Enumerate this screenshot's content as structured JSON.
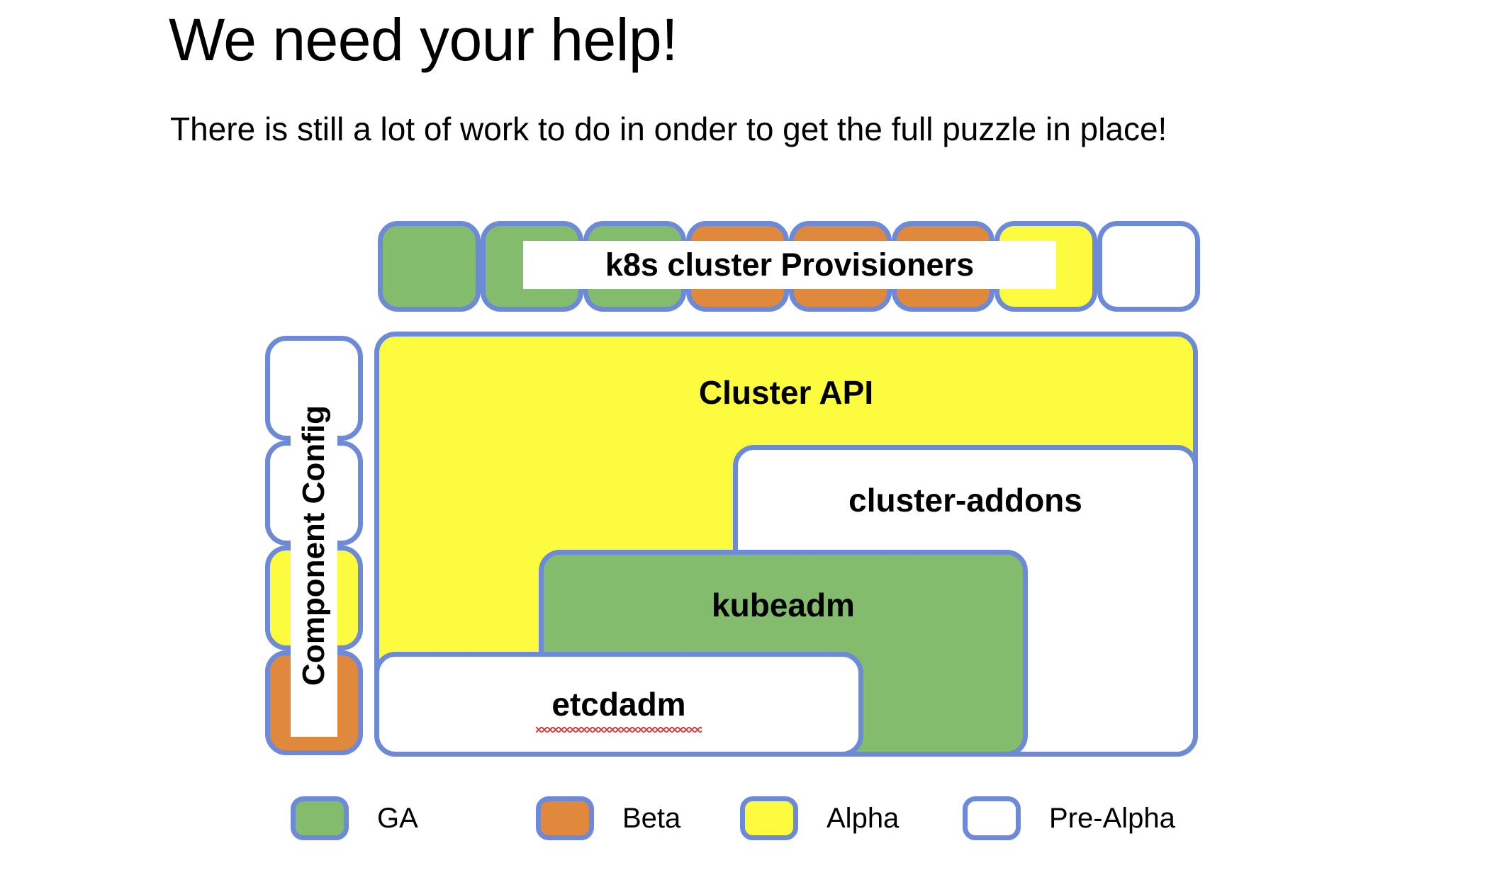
{
  "slide": {
    "title": "We need your help!",
    "subtitle": "There is still a lot of work to do in onder to get the full puzzle in place!",
    "background_color": "#ffffff"
  },
  "palette": {
    "border": "#6d8ad8",
    "ga_green": "#83bc6d",
    "beta_orange": "#e0883c",
    "alpha_yellow": "#fdfb3e",
    "prealpha_white": "#ffffff",
    "text": "#000000",
    "spellcheck_underline": "#e03030"
  },
  "provisioners": {
    "label": "k8s cluster Provisioners",
    "cells": [
      {
        "name": "cell-1",
        "status": "GA",
        "color": "#83bc6d"
      },
      {
        "name": "cell-2",
        "status": "GA",
        "color": "#83bc6d"
      },
      {
        "name": "cell-3",
        "status": "GA",
        "color": "#83bc6d"
      },
      {
        "name": "cell-4",
        "status": "Beta",
        "color": "#e0883c"
      },
      {
        "name": "cell-5",
        "status": "Beta",
        "color": "#e0883c"
      },
      {
        "name": "cell-6",
        "status": "Beta",
        "color": "#e0883c"
      },
      {
        "name": "cell-7",
        "status": "Alpha",
        "color": "#fdfb3e"
      },
      {
        "name": "cell-8",
        "status": "Pre-Alpha",
        "color": "#ffffff"
      }
    ]
  },
  "component_config": {
    "label": "Component Config",
    "cells": [
      {
        "name": "cc-1",
        "status": "Pre-Alpha",
        "color": "#ffffff"
      },
      {
        "name": "cc-2",
        "status": "Pre-Alpha",
        "color": "#ffffff"
      },
      {
        "name": "cc-3",
        "status": "Alpha",
        "color": "#fdfb3e"
      },
      {
        "name": "cc-4",
        "status": "Beta",
        "color": "#e0883c"
      }
    ]
  },
  "stack": {
    "cluster_api": {
      "label": "Cluster API",
      "status": "Alpha",
      "color": "#fdfb3e"
    },
    "cluster_addons": {
      "label": "cluster-addons",
      "status": "Pre-Alpha",
      "color": "#ffffff"
    },
    "kubeadm": {
      "label": "kubeadm",
      "status": "GA",
      "color": "#83bc6d"
    },
    "etcdadm": {
      "label": "etcdadm",
      "status": "Pre-Alpha",
      "color": "#ffffff",
      "spellcheck_flagged": true
    }
  },
  "legend": {
    "items": [
      {
        "label": "GA",
        "color": "#83bc6d"
      },
      {
        "label": "Beta",
        "color": "#e0883c"
      },
      {
        "label": "Alpha",
        "color": "#fdfb3e"
      },
      {
        "label": "Pre-Alpha",
        "color": "#ffffff"
      }
    ]
  }
}
